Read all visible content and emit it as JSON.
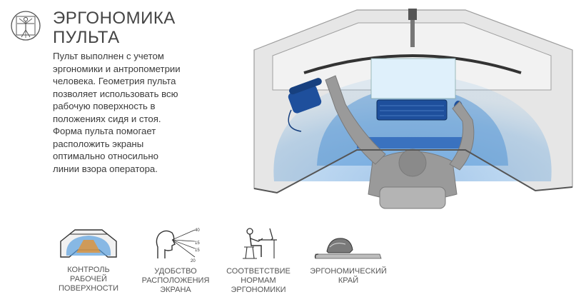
{
  "header": {
    "title_lines": [
      "ЭРГОНОМИКА",
      "ПУЛЬТА"
    ]
  },
  "description_lines": [
    "Пульт выполнен с учетом",
    "эргономики и антропометрии",
    "человека.  Геометрия пульта",
    "позволяет использовать всю",
    "рабочую поверхность в",
    "положениях сидя и стоя.",
    "Форма пульта  помогает",
    "расположить экраны",
    "оптимально относильно",
    "линии взора оператора."
  ],
  "features": [
    {
      "label_lines": [
        "КОНТРОЛЬ",
        "РАБОЧЕЙ",
        "ПОВЕРХНОСТИ"
      ],
      "icon": "console-zone-icon"
    },
    {
      "label_lines": [
        "УДОБСТВО",
        "РАСПОЛОЖЕНИЯ",
        "ЭКРАНА"
      ],
      "icon": "view-angle-icon",
      "angle_labels": [
        "40",
        "15",
        "15",
        "20"
      ]
    },
    {
      "label_lines": [
        "СООТВЕТСТВИЕ",
        "НОРМАМ",
        "ЭРГОНОМИКИ"
      ],
      "icon": "seated-operator-icon"
    },
    {
      "label_lines": [
        "ЭРГОНОМИЧЕСКИЙ",
        "КРАЙ"
      ],
      "icon": "rounded-edge-icon"
    }
  ],
  "colors": {
    "zone_blue": "#4f95d6",
    "console_gray": "#e4e4e4",
    "keyboard_blue": "#1e4f9c",
    "text_gray": "#4a4a4a"
  }
}
